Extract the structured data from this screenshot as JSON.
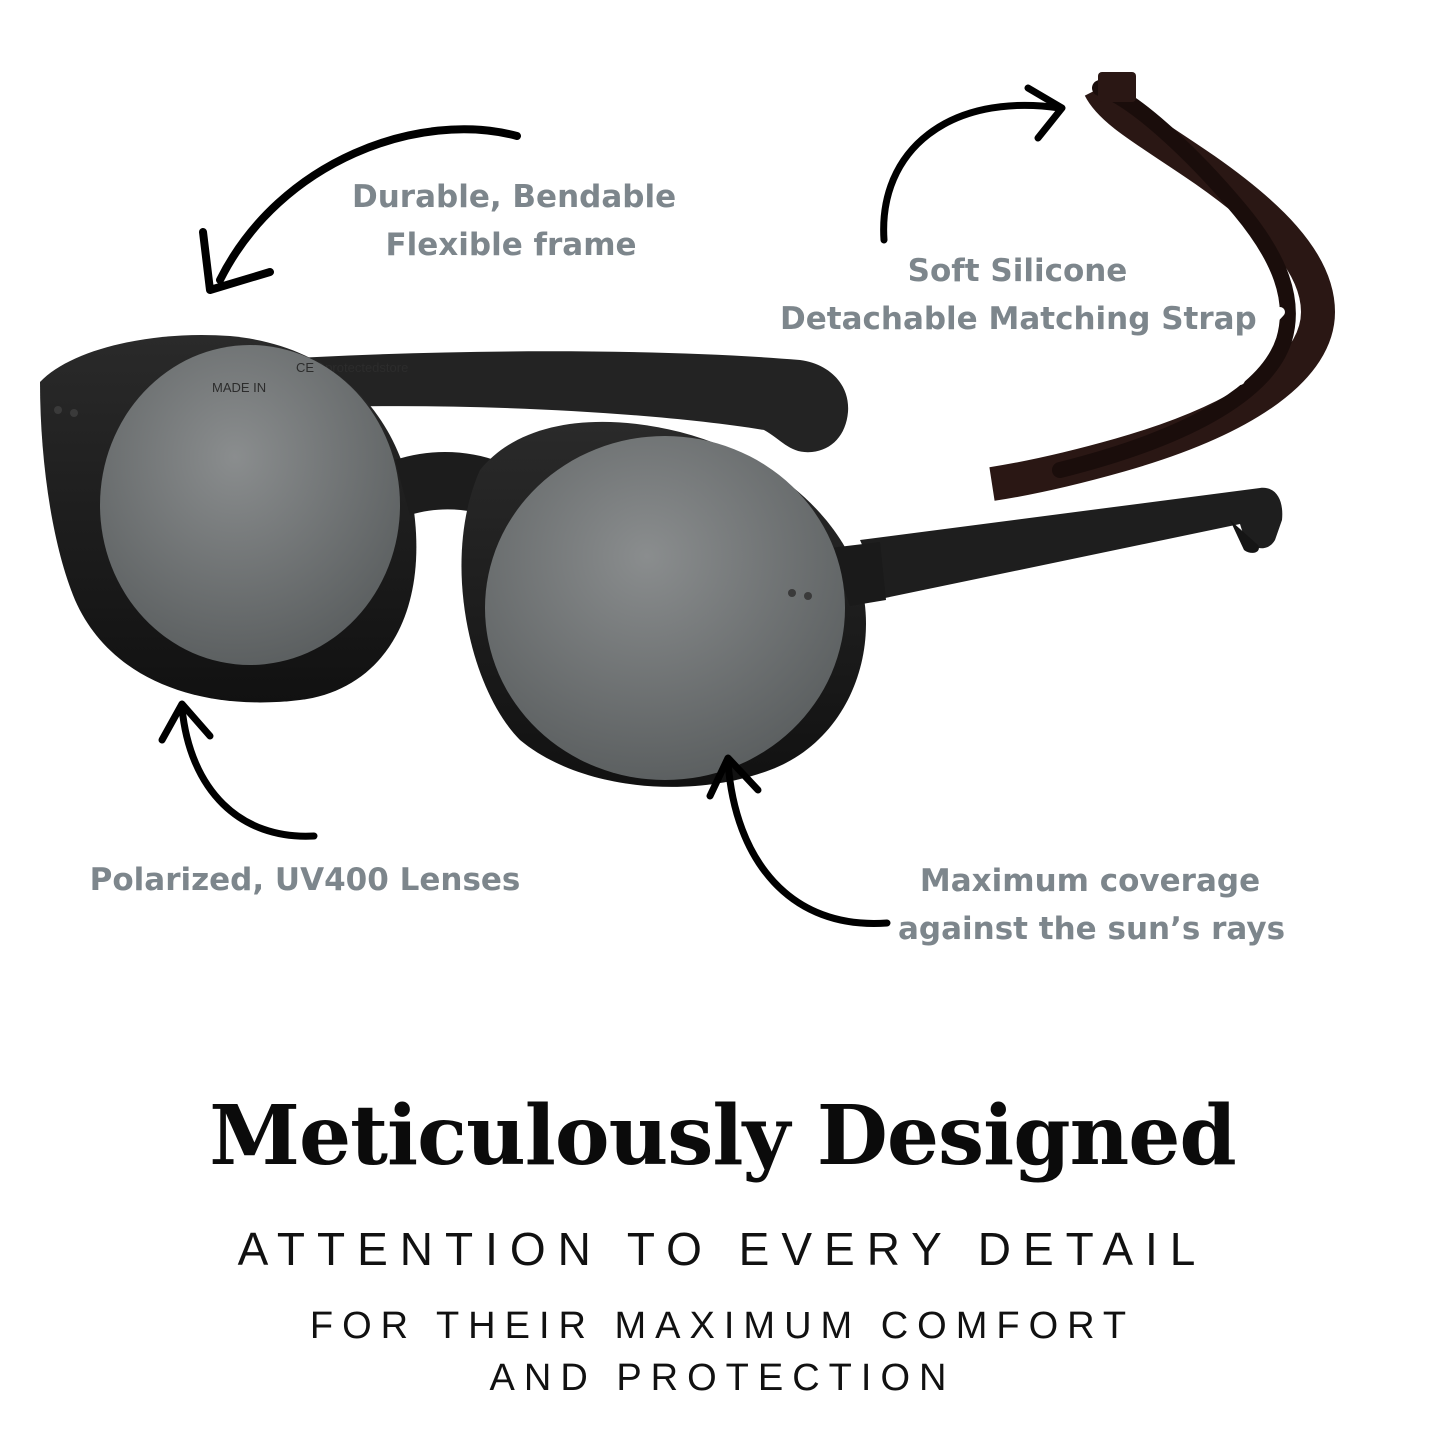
{
  "callouts": {
    "frame": {
      "line1": "Durable, Bendable",
      "line2": "Flexible frame"
    },
    "strap": {
      "line1": "Soft Silicone",
      "line2": "Detachable Matching Strap"
    },
    "lenses": {
      "line1": "Polarized, UV400 Lenses"
    },
    "coverage": {
      "line1": "Maximum coverage",
      "line2": "against the sun’s rays"
    }
  },
  "headline": "Meticulously Designed",
  "subhead": "ATTENTION TO EVERY DETAIL",
  "tagline": {
    "line1": "FOR THEIR MAXIMUM COMFORT",
    "line2": "AND PROTECTION"
  },
  "frame_markings": {
    "brand": "@protectedstore",
    "made_in": "MADE IN",
    "ce": "CE"
  },
  "colors": {
    "background": "#ffffff",
    "callout_text": "#7d868c",
    "frame": "#1b1b1b",
    "lens": "#6b6e6f",
    "strap": "#2a1714",
    "arrow": "#000000",
    "headline": "#0b0b0b"
  },
  "icons": [
    "curved-arrow-icon"
  ]
}
